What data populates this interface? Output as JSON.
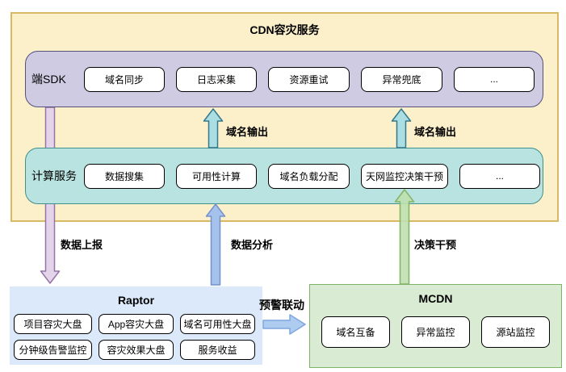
{
  "title": "CDN容灾服务",
  "sdk": {
    "label": "端SDK",
    "items": [
      "域名同步",
      "日志采集",
      "资源重试",
      "异常兜底",
      "..."
    ]
  },
  "compute": {
    "label": "计算服务",
    "items": [
      "数据搜集",
      "可用性计算",
      "域名负载分配",
      "天网监控决策干预",
      "..."
    ]
  },
  "arrows": {
    "domain_output_left": "域名输出",
    "domain_output_right": "域名输出",
    "data_report": "数据上报",
    "data_analysis": "数据分析",
    "decision_intervention": "决策干预",
    "warning_linkage": "预警联动"
  },
  "raptor": {
    "title": "Raptor",
    "items": [
      "项目容灾大盘",
      "App容灾大盘",
      "域名可用性大盘",
      "分钟级告警监控",
      "容灾效果大盘",
      "服务收益"
    ]
  },
  "mcdn": {
    "title": "MCDN",
    "items": [
      "域名互备",
      "异常监控",
      "源站监控"
    ]
  },
  "colors": {
    "outer_fill": "#FCF0CB",
    "outer_stroke": "#D9B966",
    "sdk_fill": "#CECBE3",
    "sdk_stroke": "#55517D",
    "compute_fill": "#B9E3E0",
    "compute_stroke": "#3E918D",
    "cyan_arrow": "#ABDEE3",
    "cyan_arrow_stroke": "#33788A",
    "purple_arrow": "#E3D4E9",
    "purple_arrow_stroke": "#9673A6",
    "blue_arrow": "#A5C2EC",
    "blue_arrow_stroke": "#7491CB",
    "green_arrow": "#BFE0AF",
    "green_arrow_stroke": "#82B366",
    "linkage_arrow": "#AECBF0",
    "linkage_arrow_stroke": "#7EA6E0",
    "raptor_fill": "#DBE9FB",
    "mcdn_fill": "#D9EBD2",
    "mcdn_stroke": "#7FB366"
  }
}
